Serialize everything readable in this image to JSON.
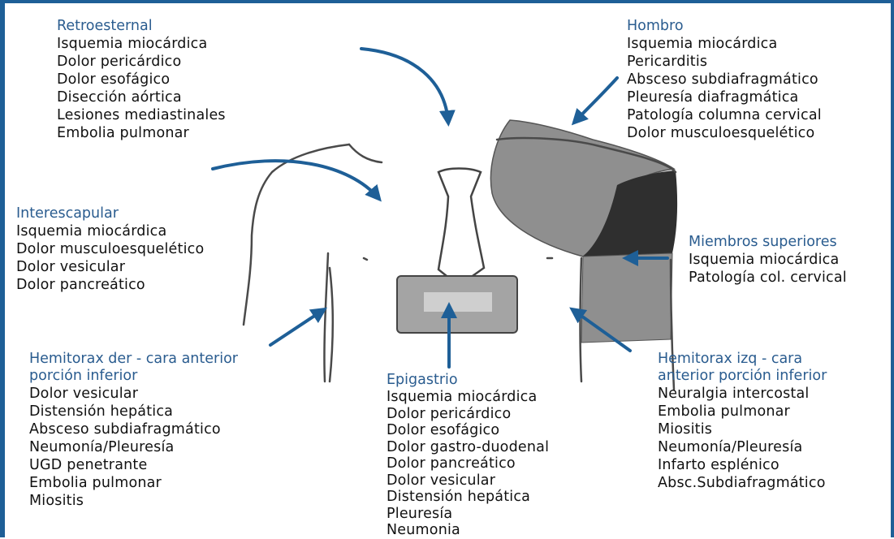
{
  "colors": {
    "frame": "#1e5f97",
    "title": "#2a5c8f",
    "arrow": "#1e5f97",
    "outline": "#4a4a4a",
    "shoulder_fill": "#8f8f8f",
    "arm_dark": "#2f2f2f",
    "epigastric_fill": "#a4a4a4"
  },
  "regions": {
    "retroesternal": {
      "title": "Retroesternal",
      "items": [
        "Isquemia miocárdica",
        "Dolor pericárdico",
        "Dolor esofágico",
        "Disección aórtica",
        "Lesiones mediastinales",
        "Embolia pulmonar"
      ]
    },
    "hombro": {
      "title": "Hombro",
      "items": [
        "Isquemia miocárdica",
        "Pericarditis",
        "Absceso subdiafragmático",
        "Pleuresía diafragmática",
        "Patología columna cervical",
        "Dolor musculoesquelético"
      ]
    },
    "interescapular": {
      "title": "Interescapular",
      "items": [
        "Isquemia miocárdica",
        "Dolor musculoesquelético",
        "Dolor vesicular",
        "Dolor pancreático"
      ]
    },
    "miembros_superiores": {
      "title": "Miembros superiores",
      "items": [
        "Isquemia miocárdica",
        "Patología col. cervical"
      ]
    },
    "hemitorax_der": {
      "title_lines": [
        "Hemitorax der - cara anterior",
        "porción inferior"
      ],
      "items": [
        "Dolor vesicular",
        "Distensión hepática",
        "Absceso subdiafragmático",
        "Neumonía/Pleuresía",
        "UGD penetrante",
        "Embolia pulmonar",
        "Miositis"
      ]
    },
    "epigastrio": {
      "title": "Epigastrio",
      "items": [
        "Isquemia miocárdica",
        "Dolor pericárdico",
        "Dolor esofágico",
        "Dolor gastro-duodenal",
        "Dolor pancreático",
        "Dolor vesicular",
        "Distensión hepática",
        "Pleuresía",
        "Neumonia"
      ]
    },
    "hemitorax_izq": {
      "title_lines": [
        "Hemitorax izq - cara",
        "anterior porción inferior"
      ],
      "items": [
        "Neuralgia intercostal",
        "Embolia pulmonar",
        "Miositis",
        "Neumonía/Pleuresía",
        "Infarto esplénico",
        "Absc.Subdiafragmático"
      ]
    }
  }
}
